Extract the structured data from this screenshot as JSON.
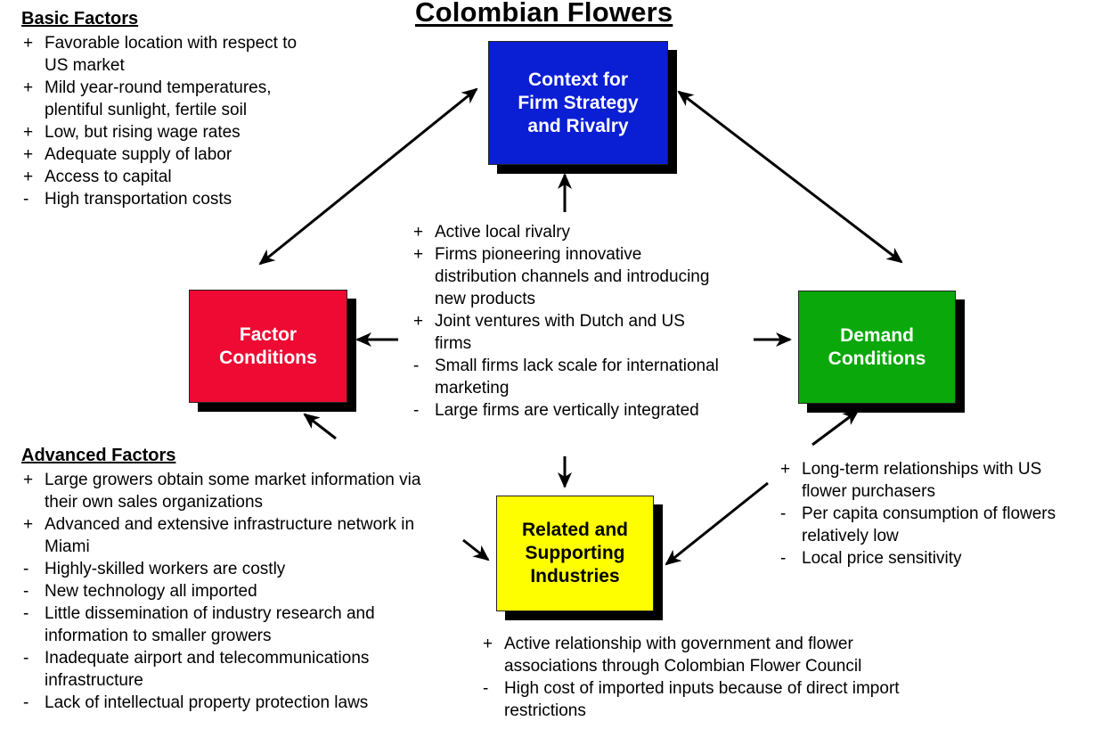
{
  "title": "Colombian Flowers",
  "boxes": {
    "context": {
      "label": "Context for\nFirm Strategy\nand Rivalry",
      "color": "#0a1ed4"
    },
    "factor": {
      "label": "Factor\nConditions",
      "color": "#ee0a33"
    },
    "demand": {
      "label": "Demand\nConditions",
      "color": "#0aa80a"
    },
    "related": {
      "label": "Related and\nSupporting\nIndustries",
      "color": "#fefe00",
      "text_color": "#000000"
    }
  },
  "basic_factors": {
    "heading": "Basic Factors",
    "items": [
      {
        "mark": "+",
        "text": "Favorable location with respect to US market"
      },
      {
        "mark": "+",
        "text": "Mild year-round temperatures, plentiful sunlight, fertile soil"
      },
      {
        "mark": "+",
        "text": "Low, but rising wage rates"
      },
      {
        "mark": "+",
        "text": "Adequate supply of labor"
      },
      {
        "mark": "+",
        "text": "Access to capital"
      },
      {
        "mark": "-",
        "text": "High transportation costs"
      }
    ]
  },
  "rivalry": {
    "items": [
      {
        "mark": "+",
        "text": "Active local rivalry"
      },
      {
        "mark": "+",
        "text": "Firms pioneering innovative distribution channels and introducing new products"
      },
      {
        "mark": "+",
        "text": "Joint ventures with Dutch and US firms"
      },
      {
        "mark": "-",
        "text": "Small firms lack scale for international marketing"
      },
      {
        "mark": "-",
        "text": "Large firms are vertically integrated"
      }
    ]
  },
  "advanced_factors": {
    "heading": "Advanced Factors",
    "items": [
      {
        "mark": "+",
        "text": "Large growers obtain some market information via their own sales organizations"
      },
      {
        "mark": "+",
        "text": "Advanced and extensive infrastructure network in Miami"
      },
      {
        "mark": "-",
        "text": "Highly-skilled workers are costly"
      },
      {
        "mark": "-",
        "text": "New technology all imported"
      },
      {
        "mark": "-",
        "text": "Little dissemination of industry research and information to smaller growers"
      },
      {
        "mark": "-",
        "text": "Inadequate airport and telecommunications infrastructure"
      },
      {
        "mark": "-",
        "text": "Lack of intellectual property protection laws"
      }
    ]
  },
  "demand": {
    "items": [
      {
        "mark": "+",
        "text": "Long-term relationships with US flower purchasers"
      },
      {
        "mark": "-",
        "text": "Per capita consumption of flowers relatively low"
      },
      {
        "mark": "-",
        "text": "Local price sensitivity"
      }
    ]
  },
  "related": {
    "items": [
      {
        "mark": "+",
        "text": "Active relationship with government and flower associations through Colombian Flower Council"
      },
      {
        "mark": "-",
        "text": "High cost of imported inputs because of direct import restrictions"
      }
    ]
  }
}
